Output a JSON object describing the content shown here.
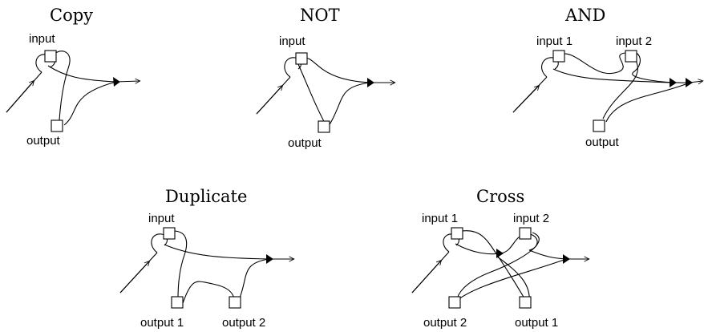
{
  "gadgets": [
    {
      "title": "Copy",
      "labels": [
        "input",
        "output"
      ]
    },
    {
      "title": "NOT",
      "labels": [
        "input",
        "output"
      ]
    },
    {
      "title": "AND",
      "labels": [
        "input 1",
        "input 2",
        "output"
      ]
    },
    {
      "title": "Duplicate",
      "labels": [
        "input",
        "output 1",
        "output 2"
      ]
    },
    {
      "title": "Cross",
      "labels": [
        "input 1",
        "input 2",
        "output 2",
        "output 1"
      ]
    }
  ]
}
